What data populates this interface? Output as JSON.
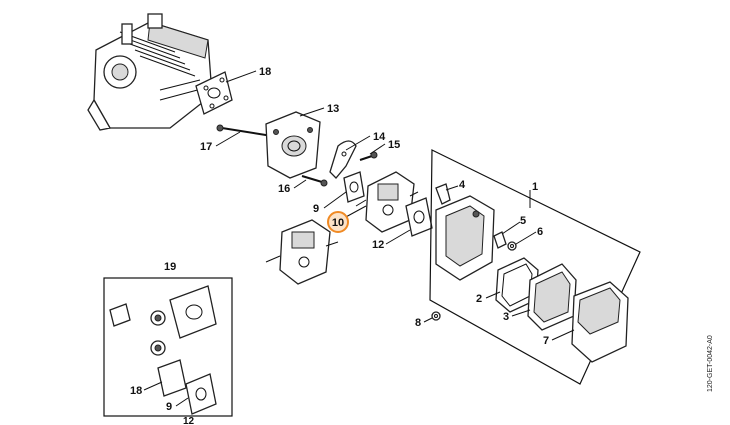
{
  "callouts": [
    "1",
    "2",
    "3",
    "4",
    "5",
    "6",
    "7",
    "8",
    "9",
    "10",
    "12",
    "13",
    "14",
    "15",
    "16",
    "17",
    "18",
    "19"
  ],
  "inset_callouts": [
    "18",
    "9",
    "12"
  ],
  "inset_title": "19",
  "highlight": "10",
  "highlight_color": "#f08a24",
  "diagram_code": "120-GET-0042-A0"
}
